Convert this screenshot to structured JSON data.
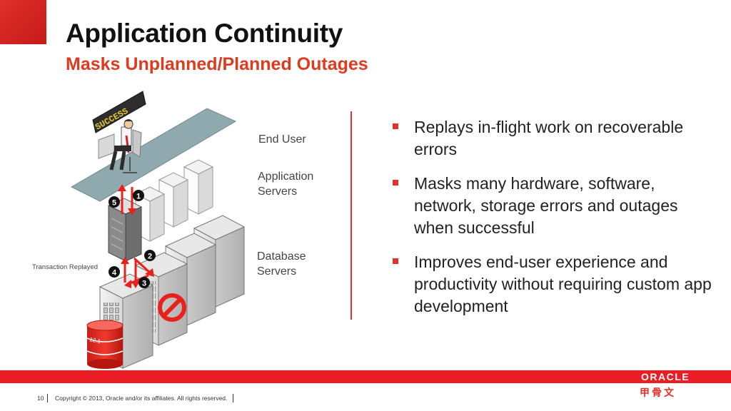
{
  "header": {
    "title": "Application Continuity",
    "subtitle": "Masks Unplanned/Planned Outages"
  },
  "diagram": {
    "sign_text": "SUCCESS",
    "labels": {
      "end_user": "End User",
      "app_servers_line1": "Application",
      "app_servers_line2": "Servers",
      "db_servers_line1": "Database",
      "db_servers_line2": "Servers",
      "transaction_replayed": "Transaction Replayed"
    },
    "steps": [
      "1",
      "2",
      "3",
      "4",
      "5"
    ],
    "db_version": "12.1"
  },
  "bullets": [
    "Replays in-flight work on recoverable errors",
    "Masks many hardware, software, network, storage errors and outages when successful",
    "Improves end-user experience and productivity without requiring custom app development"
  ],
  "footer": {
    "page_number": "10",
    "copyright": "Copyright © 2013, Oracle and/or its affiliates. All rights reserved.",
    "brand": "ORACLE",
    "brand_chinese": "甲骨文"
  },
  "colors": {
    "accent": "#e0312b",
    "bar": "#ec1c24",
    "platform": "#8fa9ae"
  }
}
